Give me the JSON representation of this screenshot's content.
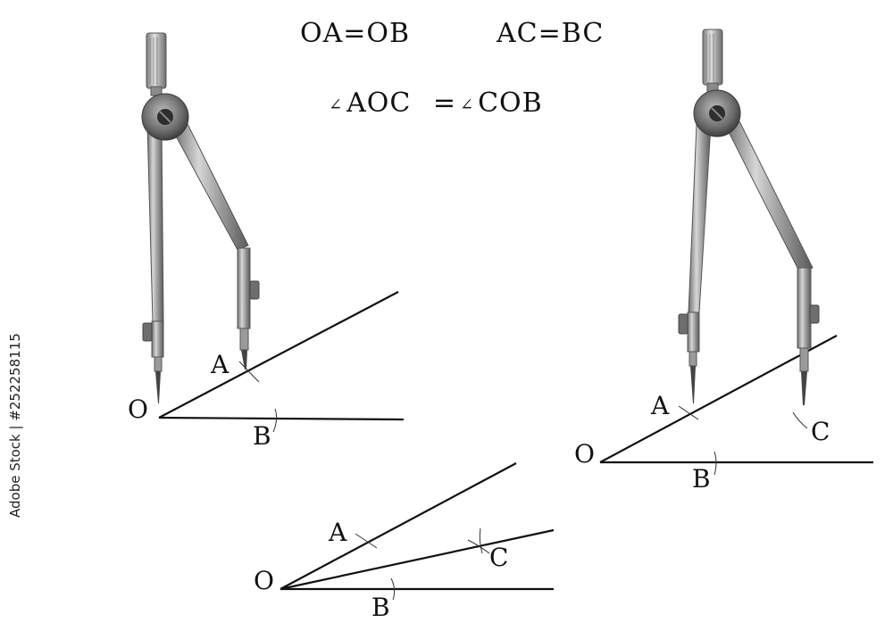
{
  "equations": {
    "line1_left": "OA=OB",
    "line1_right": "AC=BC",
    "line2_left": "AOC",
    "line2_eq": "=",
    "line2_right": "COB",
    "angle_symbol": "∠"
  },
  "figure_left": {
    "labels": {
      "o": "O",
      "a": "A",
      "b": "B"
    }
  },
  "figure_bottom": {
    "labels": {
      "o": "O",
      "a": "A",
      "b": "B",
      "c": "C"
    }
  },
  "figure_right": {
    "labels": {
      "o": "O",
      "a": "A",
      "b": "B",
      "c": "C"
    }
  },
  "watermark": {
    "text": "Adobe Stock | #252258115"
  },
  "colors": {
    "ink": "#111111",
    "compass_light": "#c8c8c8",
    "compass_mid": "#8a8a8a",
    "compass_dark": "#4a4a4a"
  }
}
